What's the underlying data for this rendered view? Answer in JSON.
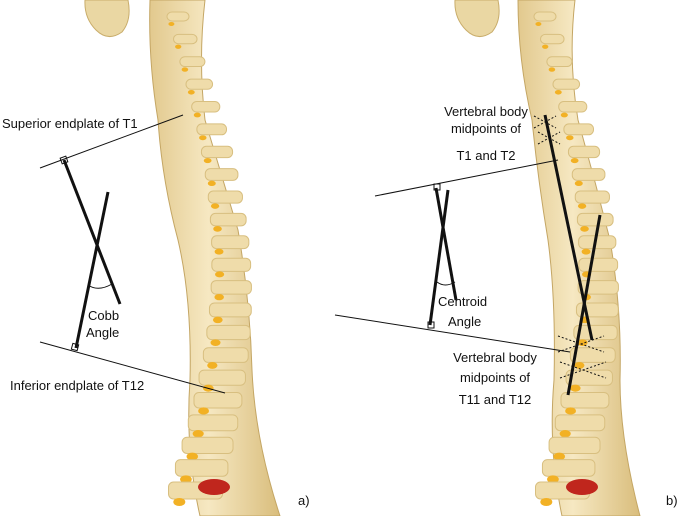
{
  "panel_a": {
    "label_superior": "Superior endplate of T1",
    "label_angle_1": "Cobb",
    "label_angle_2": "Angle",
    "label_inferior": "Inferior endplate of T12",
    "panel_letter": "a)"
  },
  "panel_b": {
    "label_top_1": "Vertebral body",
    "label_top_2": "midpoints of",
    "label_top_3": "T1 and T2",
    "label_angle_1": "Centroid",
    "label_angle_2": "Angle",
    "label_bottom_1": "Vertebral body",
    "label_bottom_2": "midpoints of",
    "label_bottom_3": "T11 and T12",
    "panel_letter": "b)"
  },
  "colors": {
    "bone": "#efdcaa",
    "bone_shadow": "#d8bf80",
    "disc": "#f2b125",
    "marker_red": "#c0261d",
    "line": "#111111"
  }
}
